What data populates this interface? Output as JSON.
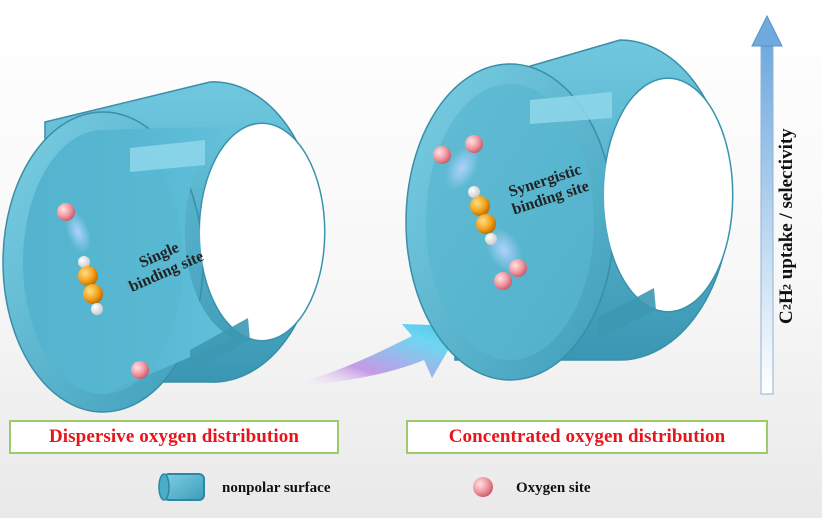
{
  "panels": {
    "left": {
      "site_label_line1": "Single",
      "site_label_line2": "binding site",
      "caption": "Dispersive oxygen distribution"
    },
    "right": {
      "site_label_line1": "Synergistic",
      "site_label_line2": "binding site",
      "caption": "Concentrated oxygen distribution"
    }
  },
  "axis": {
    "label_prefix": "C",
    "label_sub1": "2",
    "label_mid": "H",
    "label_sub2": "2",
    "label_suffix": " uptake / selectivity"
  },
  "legend": {
    "surface_label": "nonpolar surface",
    "oxygen_label": "Oxygen site"
  },
  "colors": {
    "channel": "#5bbcd6",
    "channel_dark": "#3f9fbb",
    "channel_light": "#8dd6ea",
    "caption_text": "#e8141b",
    "caption_border": "#9ccc6a",
    "oxygen": "#f29aa3",
    "carbon": "#f5a017",
    "arrow_axis": "#7fb7e6"
  }
}
